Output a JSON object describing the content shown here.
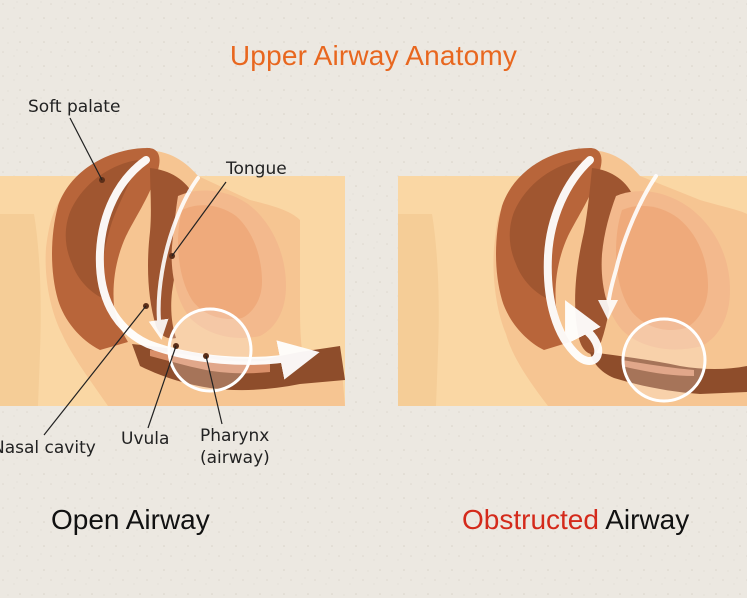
{
  "title": "Upper Airway Anatomy",
  "labels": {
    "soft_palate": "Soft palate",
    "tongue": "Tongue",
    "nasal_cavity": "Nasal cavity",
    "uvula": "Uvula",
    "pharynx_line1": "Pharynx",
    "pharynx_line2": "(airway)"
  },
  "captions": {
    "open": "Open Airway",
    "obstructed_prefix": "Obstructed",
    "obstructed_suffix": " Airway"
  },
  "colors": {
    "background": "#ECE8E1",
    "title": "#E8671F",
    "obstructed_word": "#D42A1B",
    "skin_light": "#FAD7A4",
    "skin_mid": "#F2C89C",
    "tissue_dark": "#B8653A",
    "tissue_darker": "#8E4D2B",
    "highlight_circle": "#FFFFFF"
  },
  "icons": {
    "airflow_arrow": "airflow-arrow-icon",
    "focus_circle": "focus-circle-icon"
  }
}
